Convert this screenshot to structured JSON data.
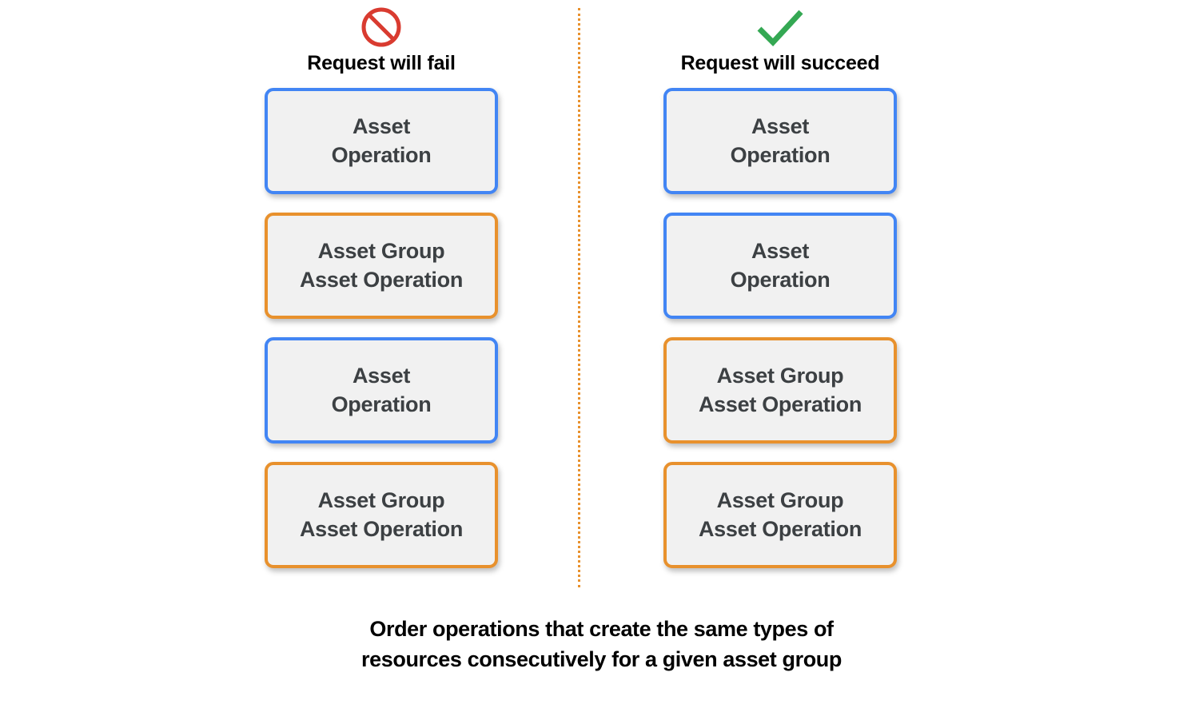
{
  "colors": {
    "asset_operation_border": "#4285f4",
    "asset_group_border": "#e8912d",
    "box_fill": "#f1f1f1",
    "box_text": "#3c4043",
    "fail_icon": "#d93b30",
    "succeed_icon": "#34a853",
    "divider": "#e8912d",
    "background": "#ffffff"
  },
  "columns": [
    {
      "id": "fail",
      "icon": "prohibition-icon",
      "title": "Request will fail",
      "boxes": [
        {
          "kind": "asset-operation",
          "label": "Asset\nOperation"
        },
        {
          "kind": "asset-group",
          "label": "Asset Group\nAsset Operation"
        },
        {
          "kind": "asset-operation",
          "label": "Asset\nOperation"
        },
        {
          "kind": "asset-group",
          "label": "Asset Group\nAsset Operation"
        }
      ]
    },
    {
      "id": "succeed",
      "icon": "checkmark-icon",
      "title": "Request will succeed",
      "boxes": [
        {
          "kind": "asset-operation",
          "label": "Asset\nOperation"
        },
        {
          "kind": "asset-operation",
          "label": "Asset\nOperation"
        },
        {
          "kind": "asset-group",
          "label": "Asset Group\nAsset Operation"
        },
        {
          "kind": "asset-group",
          "label": "Asset Group\nAsset Operation"
        }
      ]
    }
  ],
  "caption": "Order operations that create the same types of\nresources consecutively for a given asset group"
}
